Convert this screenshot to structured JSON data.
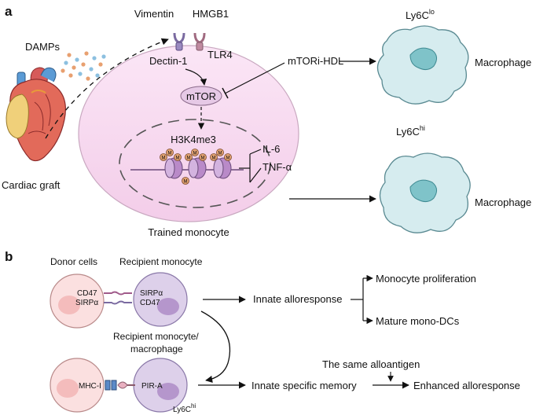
{
  "panel_a": {
    "label": "a",
    "damps": "DAMPs",
    "cardiac_graft": "Cardiac graft",
    "vimentin": "Vimentin",
    "hmgb1": "HMGB1",
    "dectin1": "Dectin-1",
    "tlr4": "TLR4",
    "mtor": "mTOR",
    "h3k4me3": "H3K4me3",
    "methyl_mark": "M",
    "il6": "IL-6",
    "tnf": "TNF-α",
    "mtori_hdl": "mTORi-HDL",
    "trained_monocyte": "Trained monocyte",
    "ly6c_lo": "Ly6C",
    "ly6c_lo_sup": "lo",
    "ly6c_hi": "Ly6C",
    "ly6c_hi_sup": "hi",
    "macrophage_top": "Macrophage",
    "macrophage_bottom": "Macrophage"
  },
  "panel_b": {
    "label": "b",
    "donor_cells": "Donor cells",
    "recipient_monocyte": "Recipient monocyte",
    "cd47_left": "CD47",
    "sirpa_left": "SIRPα",
    "sirpa_right": "SIRPα",
    "cd47_right": "CD47",
    "innate_alloresponse": "Innate alloresponse",
    "monocyte_proliferation": "Monocyte proliferation",
    "mature_mono_dcs": "Mature mono-DCs",
    "recipient_macrophage_l1": "Recipient monocyte/",
    "recipient_macrophage_l2": "macrophage",
    "mhc1": "MHC-I",
    "pira": "PIR-A",
    "ly6c": "Ly6C",
    "ly6c_sup": "hi",
    "innate_specific_memory": "Innate specific memory",
    "same_alloantigen": "The same alloantigen",
    "enhanced_alloresponse": "Enhanced alloresponse"
  },
  "colors": {
    "monocyte_fill": "#f7d8f0",
    "macrophage_fill": "#d6ecef",
    "nucleus_fill": "#7fc3c9",
    "donor_fill": "#fbe0e0",
    "recipient_fill": "#ddd0ea",
    "recipient_nucleus": "#b596cc",
    "mtor_fill": "#e6c9e6",
    "nucleosome": "#b98ac8",
    "methyl": "#e0a070"
  }
}
